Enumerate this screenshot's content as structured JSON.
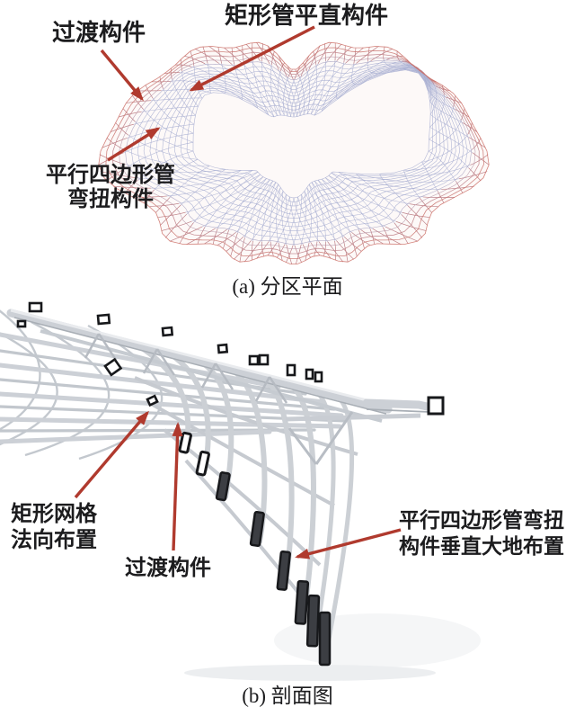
{
  "figure": {
    "colors": {
      "background": "#ffffff",
      "text": "#1c1c1e",
      "arrow": "#b03a2e",
      "mesh_blue": "#a4abd0",
      "mesh_red": "#cc6f66",
      "mesh_fill": "#fcf7f6",
      "beam": "#ccd0d6",
      "beam_dark": "#a8aeb5",
      "beam_light": "#e9ebee",
      "section_mark": "#17181b",
      "bar_fill": "#3c3e43"
    },
    "panel_a": {
      "caption": "(a) 分区平面",
      "labels": {
        "transition": "过渡构件",
        "straight": "矩形管平直构件",
        "parallelogram_line1": "平行四边形管",
        "parallelogram_line2": "弯扭构件"
      }
    },
    "panel_b": {
      "caption": "(b) 剖面图",
      "labels": {
        "grid_line1": "矩形网格",
        "grid_line2": "法向布置",
        "transition": "过渡构件",
        "parallelogram_line1": "平行四边形管弯扭",
        "parallelogram_line2": "构件垂直大地布置"
      }
    }
  }
}
